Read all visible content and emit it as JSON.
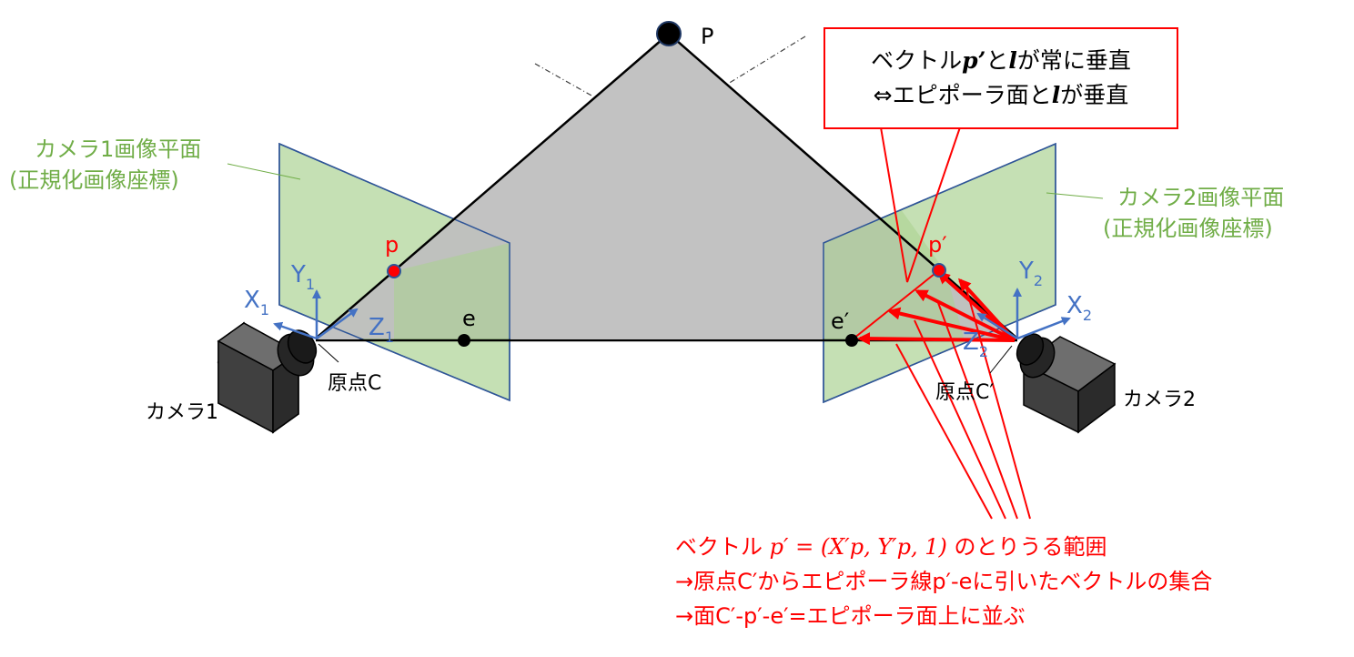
{
  "point_P_label": "P",
  "point_p_label": "p",
  "point_p_prime_label": "p′",
  "point_e_label": "e",
  "point_e_prime_label": "e′",
  "camera1": {
    "plane_label_line1": "カメラ1画像平面",
    "plane_label_line2": "(正規化画像座標)",
    "name": "カメラ1",
    "origin_label": "原点C",
    "axis_x": "X",
    "axis_y": "Y",
    "axis_z": "Z",
    "axis_sub": "1"
  },
  "camera2": {
    "plane_label_line1": "カメラ2画像平面",
    "plane_label_line2": "(正規化画像座標)",
    "name": "カメラ2",
    "origin_label": "原点C′",
    "axis_x": "X",
    "axis_y": "Y",
    "axis_z": "Z",
    "axis_sub": "2"
  },
  "note": {
    "line1_pre": "ベクトル",
    "line1_vec": "p’",
    "line1_mid": "と",
    "line1_l": "l",
    "line1_post": "が常に垂直",
    "line2_pre": "⇔エピポーラ面と",
    "line2_l": "l",
    "line2_post": "が垂直"
  },
  "range_text": {
    "line1_pre": "ベクトル",
    "line1_math": "p′ = (X′p, Y′p, 1)",
    "line1_post": "のとりうる範囲",
    "line2": "→原点C′からエピポーラ線p′-eに引いたベクトルの集合",
    "line3": "→面C′-p′-e′=エピポーラ面上に並ぶ"
  },
  "colors": {
    "plane_fill": "#c5e0b4",
    "plane_stroke": "#2f5597",
    "epipolar_plane": "#bfbfbf",
    "label_green": "#70ad47",
    "axis_blue": "#4472c4",
    "accent_red": "#ff0000",
    "camera_body": "#404040"
  }
}
